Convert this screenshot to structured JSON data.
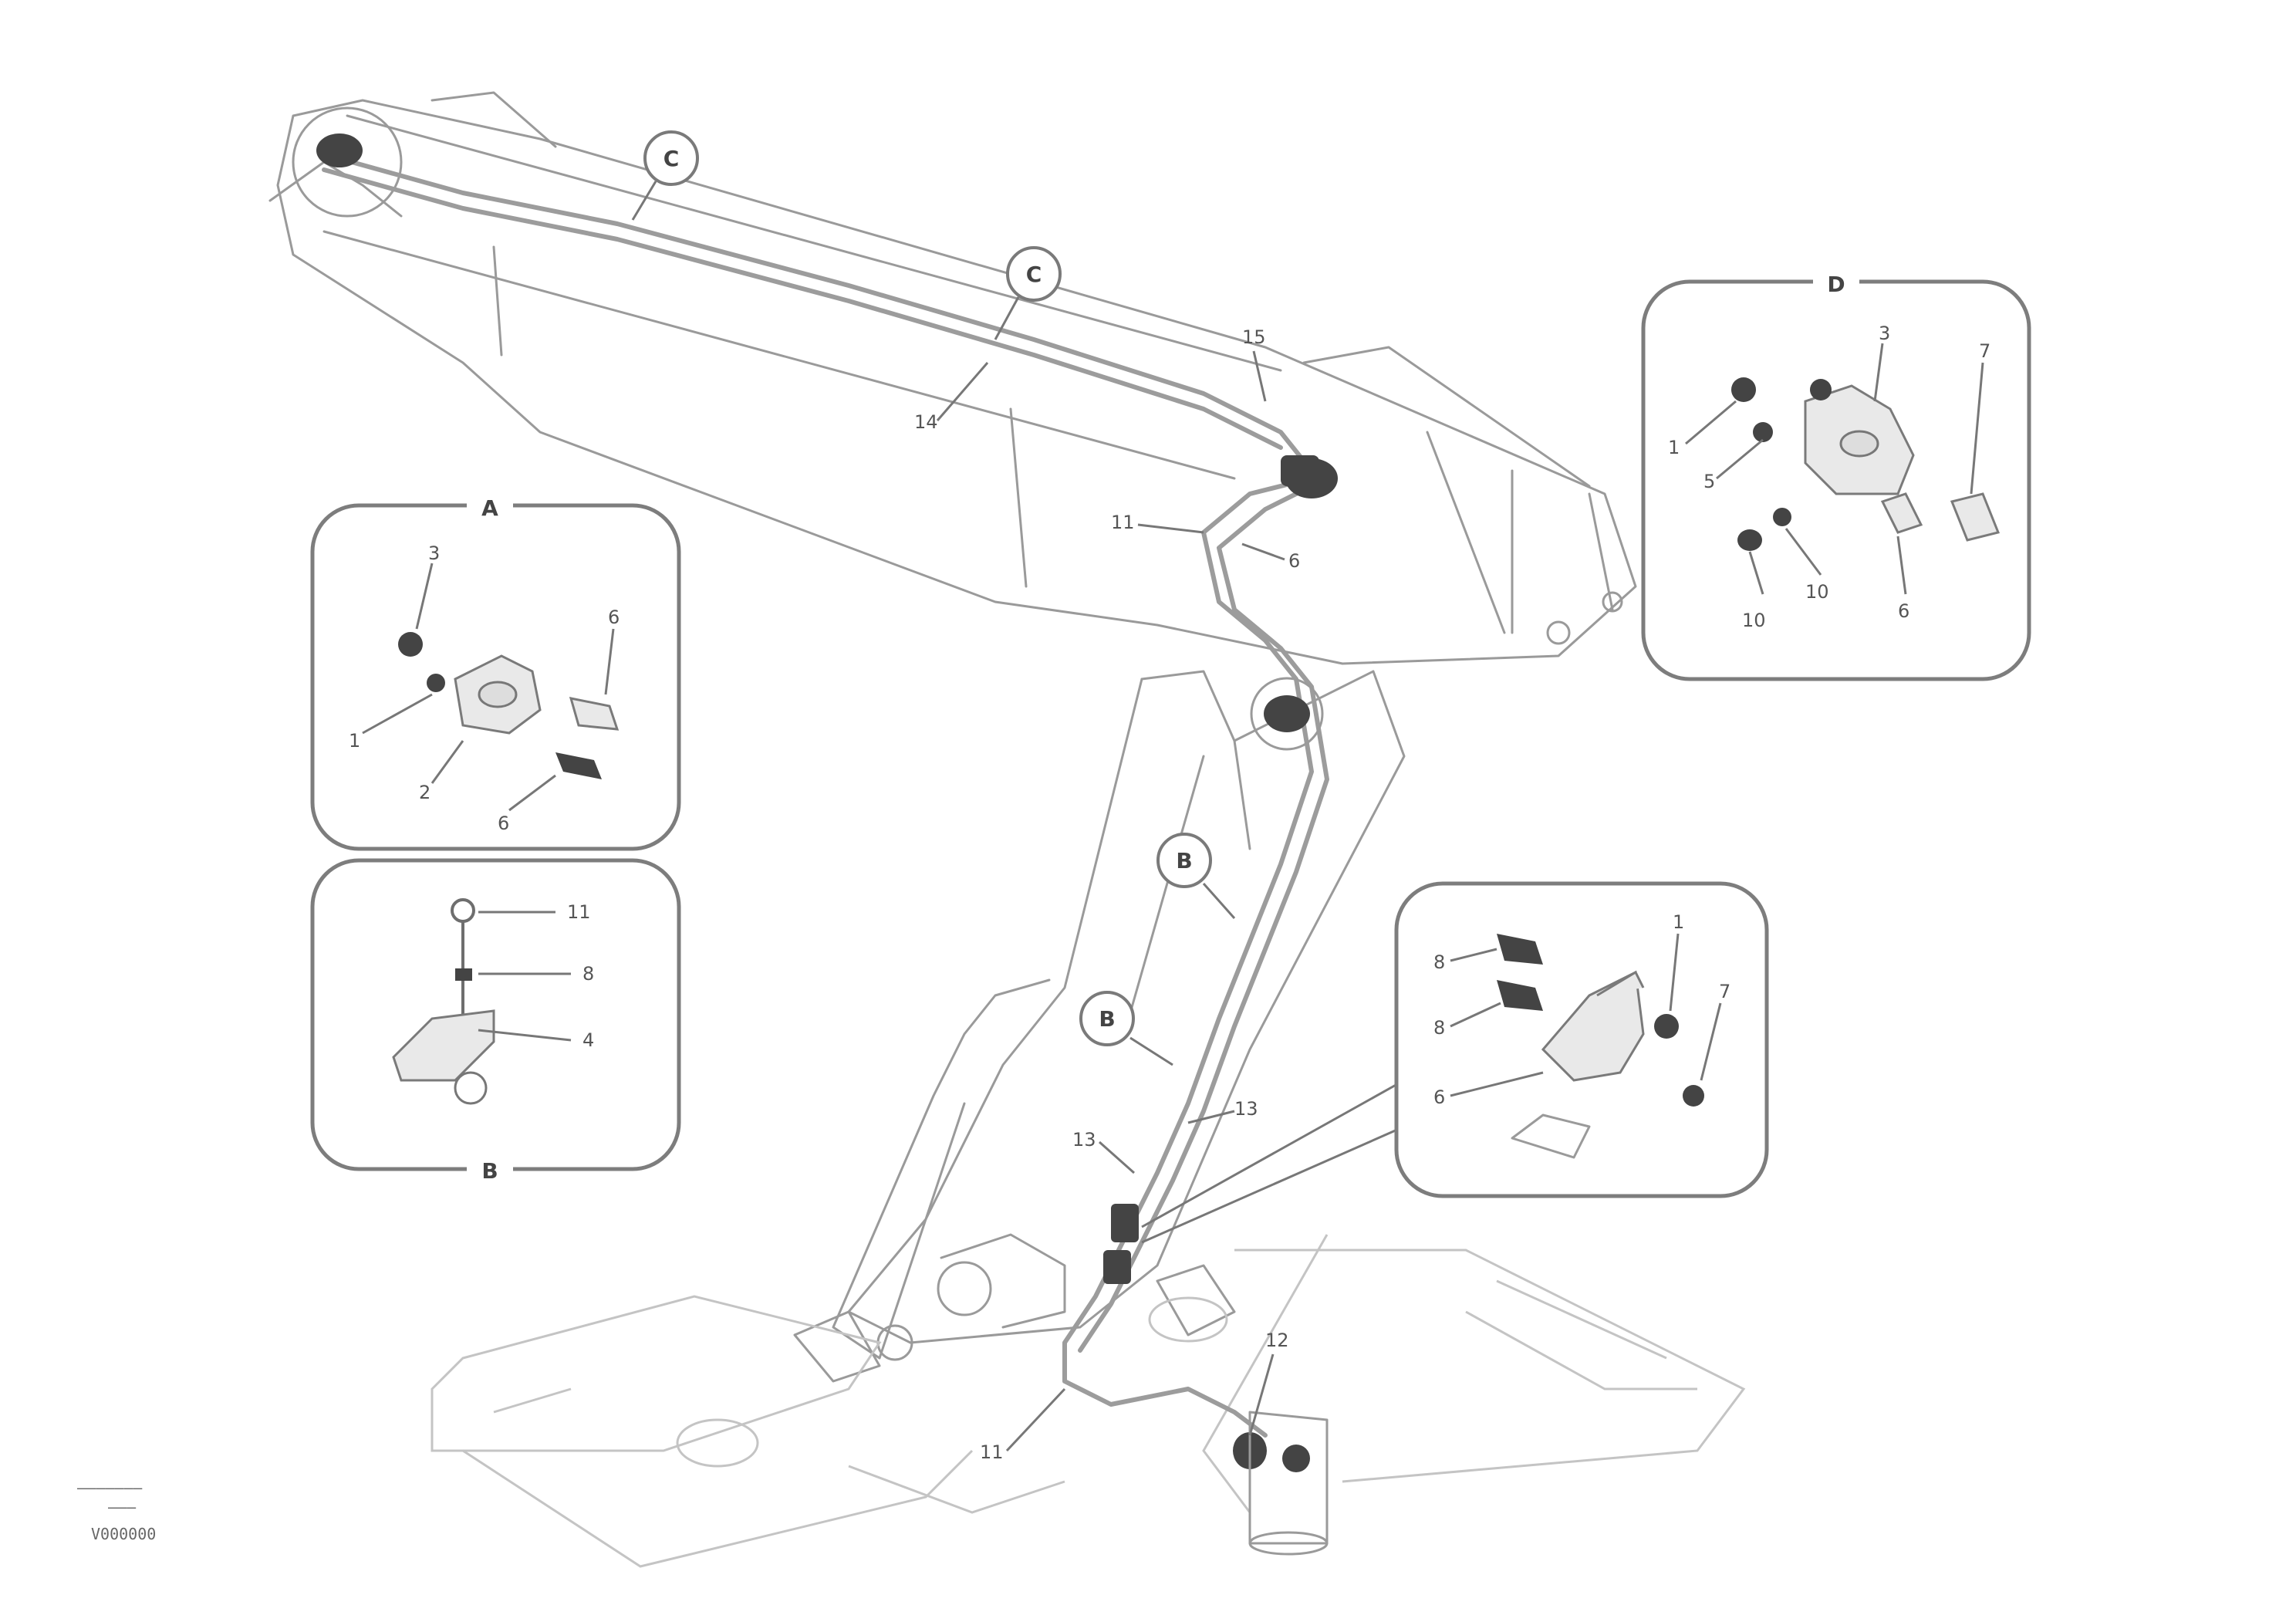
{
  "views": {
    "a": {
      "letter": "A",
      "labels": [
        "3",
        "6",
        "1",
        "2",
        "6"
      ]
    },
    "b": {
      "letter": "B",
      "labels": [
        "11",
        "8",
        "4"
      ]
    },
    "c": {
      "labels": [
        "1",
        "8",
        "8",
        "6",
        "7"
      ]
    },
    "d": {
      "letter": "D",
      "labels": [
        "3",
        "7",
        "1",
        "5",
        "10",
        "10",
        "6"
      ]
    }
  },
  "main_labels": {
    "ref_15": "15",
    "ref_14": "14",
    "ref_11_upper": "11",
    "ref_6": "6",
    "ref_13a": "13",
    "ref_13b": "13",
    "ref_12": "12",
    "ref_11_lower": "11"
  },
  "callouts": [
    "C",
    "C",
    "B",
    "B"
  ],
  "footer": {
    "line1": "———————",
    "line2": "———",
    "code": "V000000"
  },
  "colors": {
    "line": "#9a9a9a",
    "hose": "#555555",
    "frame": "#7d7d7d"
  }
}
